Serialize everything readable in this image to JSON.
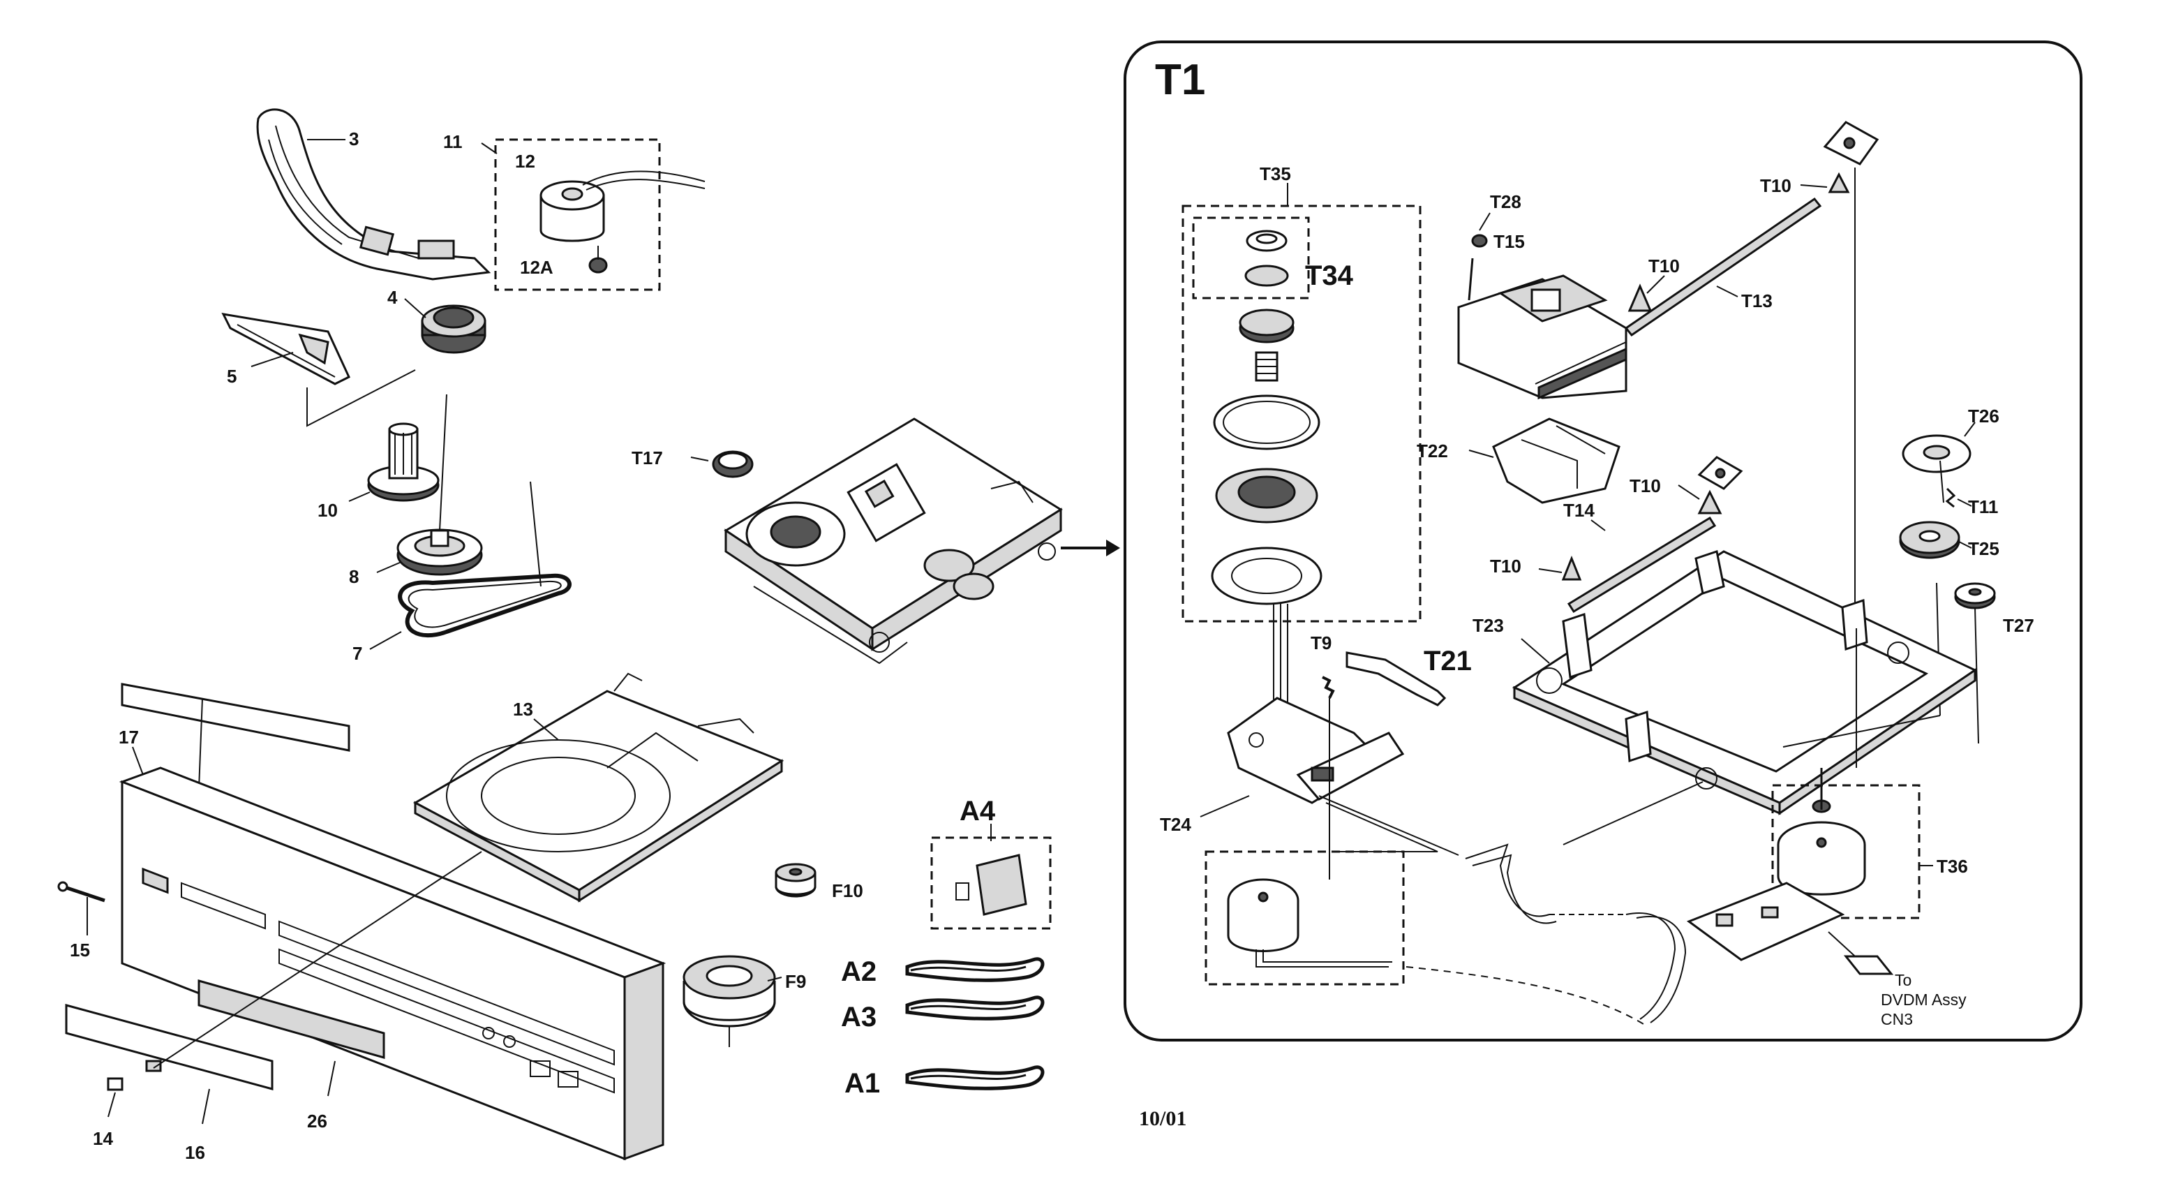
{
  "panel_title": "T1",
  "date_stamp": "10/01",
  "note": {
    "line1": "To",
    "line2": "DVDM Assy",
    "line3": "CN3"
  },
  "left_labels": {
    "p3": "3",
    "p11": "11",
    "p12": "12",
    "p12a": "12A",
    "p4": "4",
    "p5": "5",
    "p10": "10",
    "p8": "8",
    "p7": "7",
    "p13": "13",
    "p17": "17",
    "p15": "15",
    "p14": "14",
    "p16": "16",
    "p26": "26",
    "t17": "T17",
    "f10": "F10",
    "f9": "F9",
    "a4": "A4",
    "a2": "A2",
    "a3": "A3",
    "a1": "A1"
  },
  "t1_labels": {
    "t35": "T35",
    "t34": "T34",
    "t28": "T28",
    "t15": "T15",
    "t10a": "T10",
    "t10b": "T10",
    "t10c": "T10",
    "t10d": "T10",
    "t13": "T13",
    "t22": "T22",
    "t26": "T26",
    "t11": "T11",
    "t25": "T25",
    "t27": "T27",
    "t14": "T14",
    "t23": "T23",
    "t9": "T9",
    "t21": "T21",
    "t24": "T24",
    "t36": "T36"
  }
}
